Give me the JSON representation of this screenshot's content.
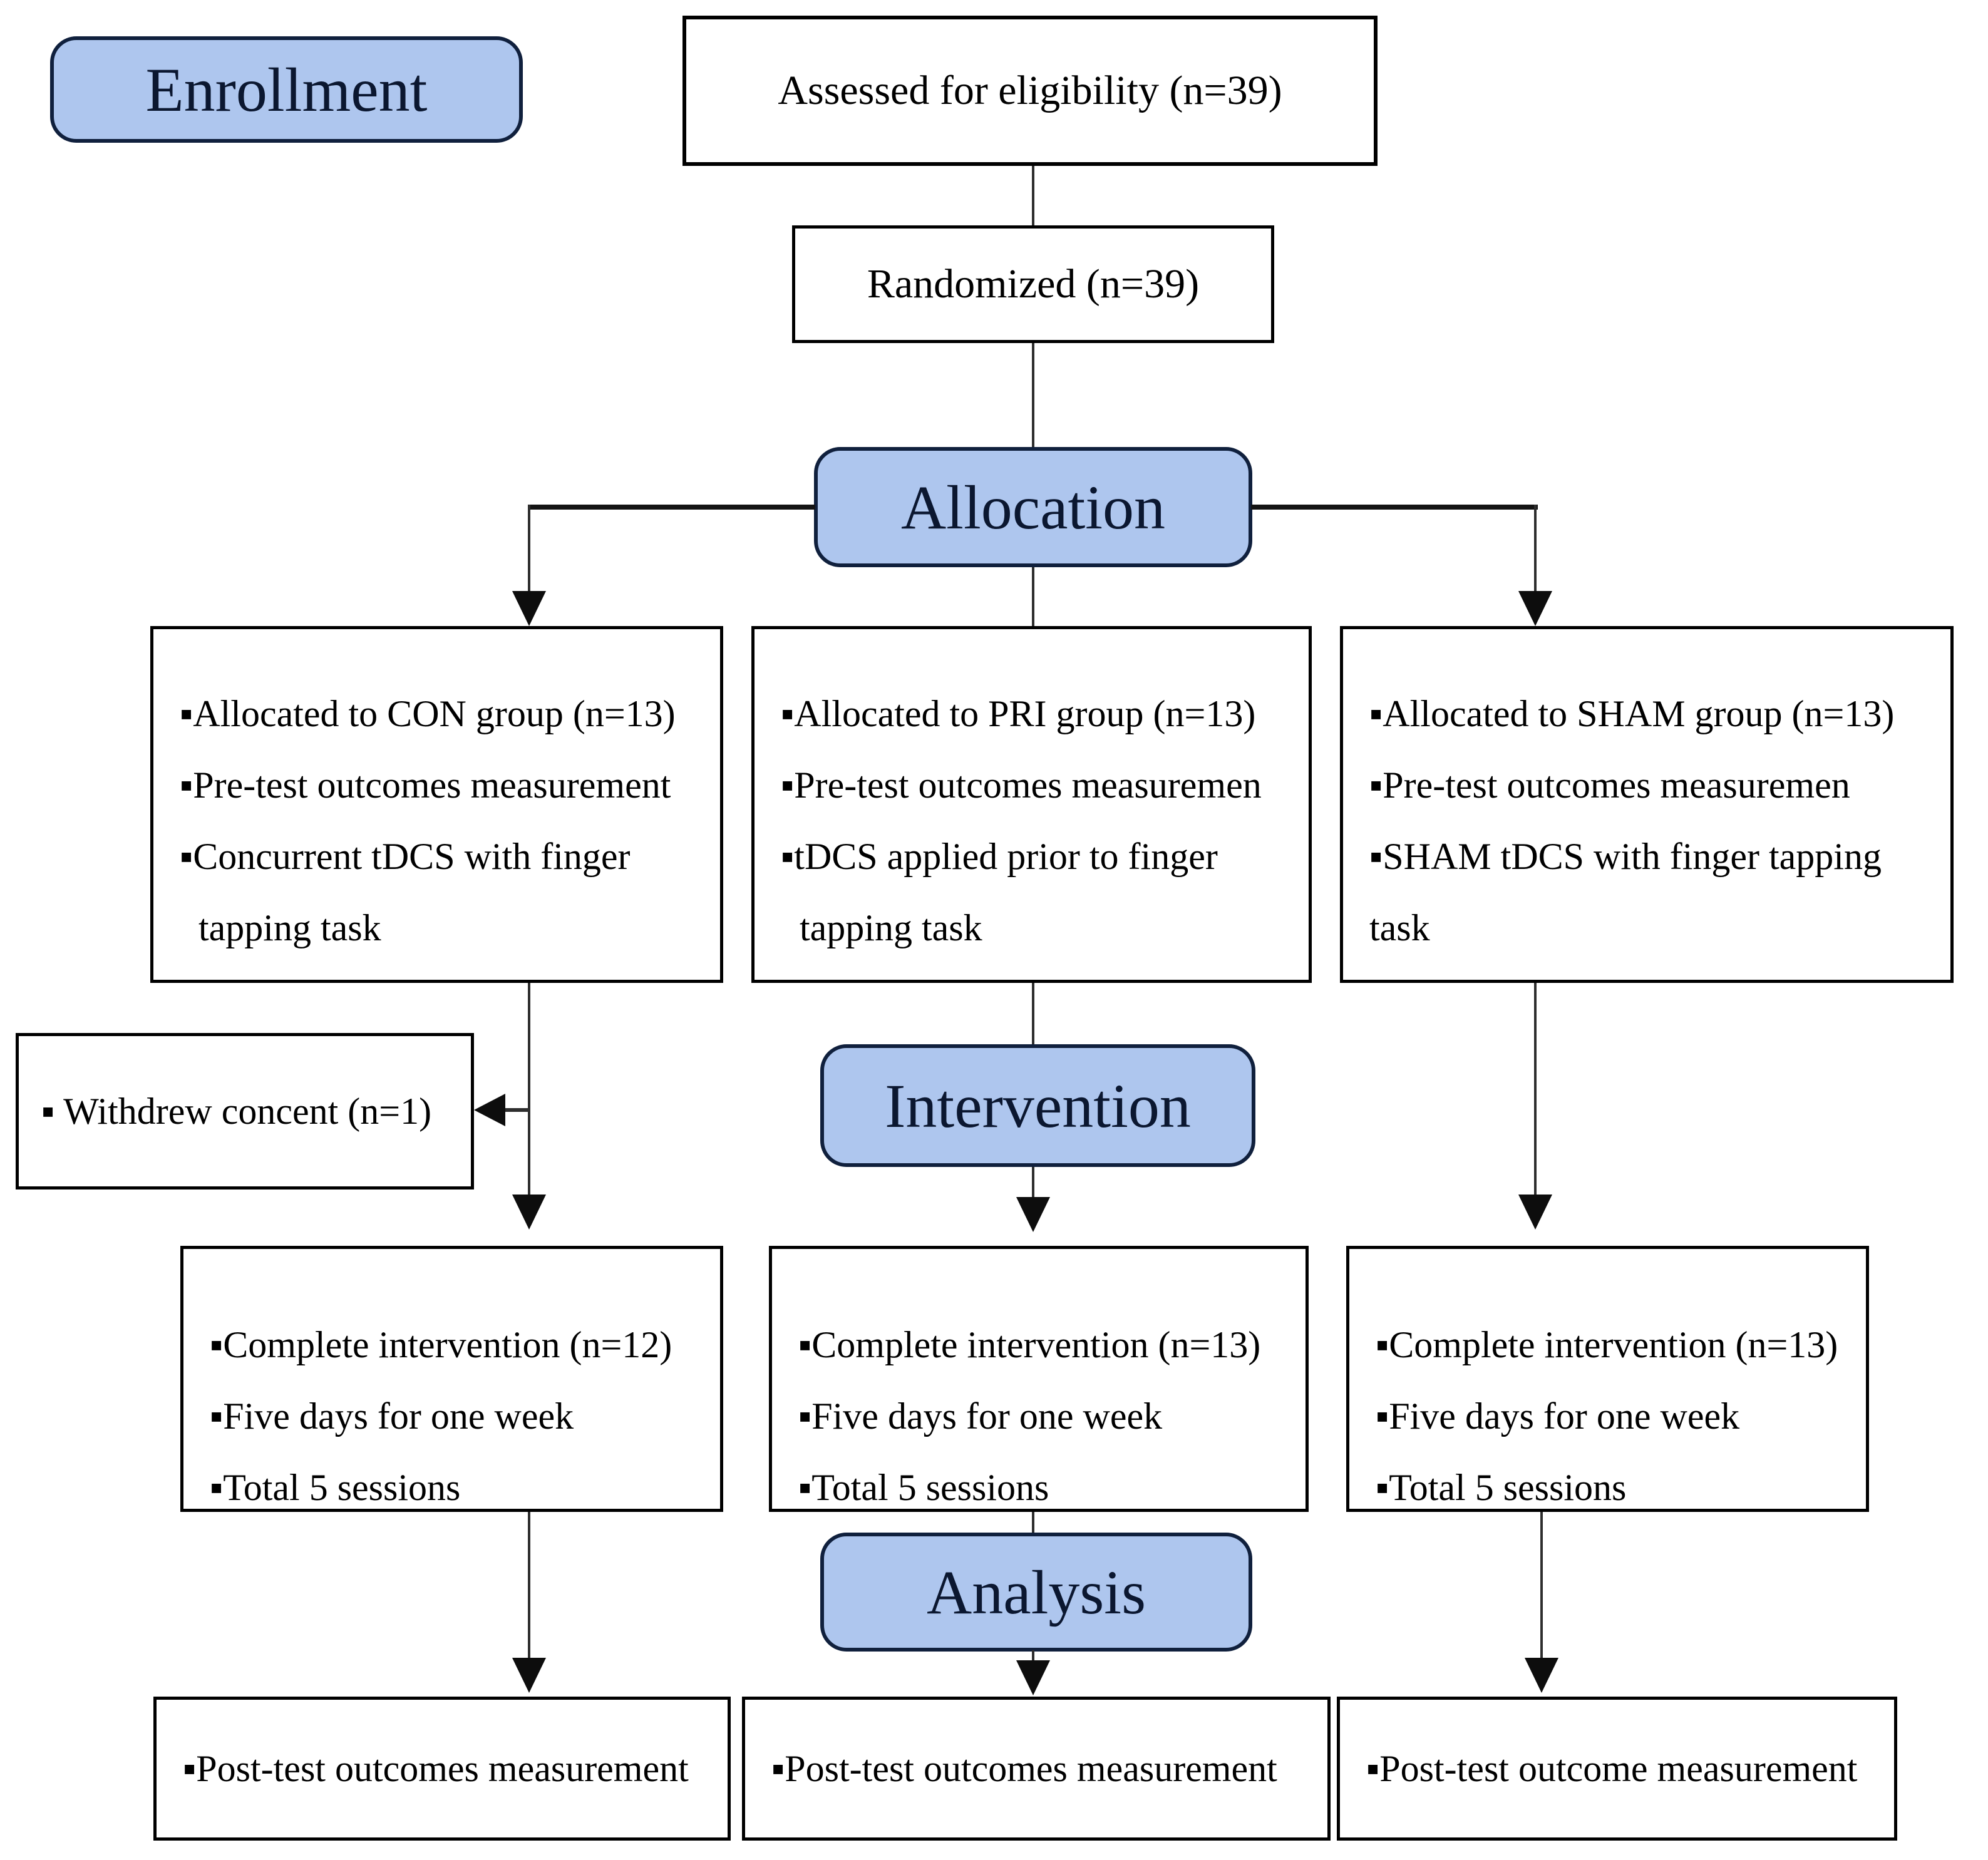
{
  "stages": {
    "enrollment": "Enrollment",
    "allocation": "Allocation",
    "intervention": "Intervention",
    "analysis": "Analysis"
  },
  "boxes": {
    "assessed": "Assessed for eligibility (n=39)",
    "randomized": "Randomized (n=39)",
    "allocated_con": [
      "▪Allocated to CON group (n=13)",
      "▪Pre-test outcomes measurement",
      "▪Concurrent tDCS with finger",
      "  tapping task"
    ],
    "allocated_pri": [
      "▪Allocated to PRI group (n=13)",
      "▪Pre-test outcomes measuremen",
      "▪tDCS applied prior to finger",
      "  tapping task"
    ],
    "allocated_sham": [
      "▪Allocated to SHAM group (n=13)",
      "▪Pre-test outcomes measuremen",
      "▪SHAM tDCS with finger tapping task"
    ],
    "withdrew": "▪ Withdrew concent (n=1)",
    "complete_con": [
      "▪Complete intervention (n=12)",
      "▪Five days for one week",
      "▪Total 5 sessions"
    ],
    "complete_pri": [
      "▪Complete intervention (n=13)",
      "▪Five days for one week",
      "▪Total 5 sessions"
    ],
    "complete_sham": [
      "▪Complete intervention (n=13)",
      "▪Five days for one week",
      "▪Total 5 sessions"
    ],
    "post_con": "▪Post-test outcomes measurement",
    "post_pri": "▪Post-test outcomes measurement",
    "post_sham": "▪Post-test outcome measurement"
  },
  "colors": {
    "badge_fill": "#aec6ee",
    "badge_border": "#10203d",
    "box_border": "#000000",
    "connector": "#2e2e2e"
  }
}
